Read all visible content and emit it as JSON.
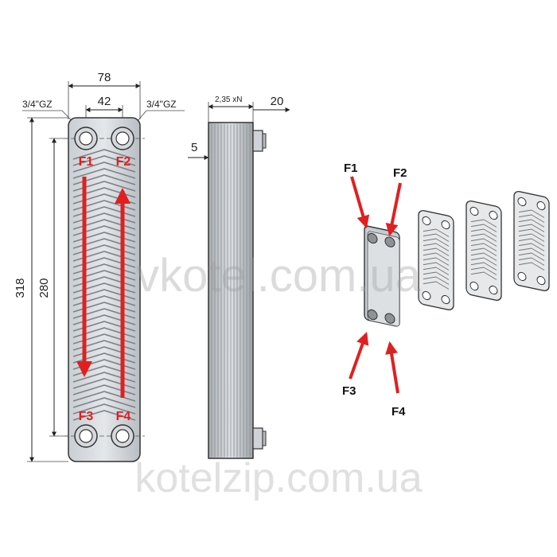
{
  "dimensions": {
    "width_total": "78",
    "port_spacing": "42",
    "thread_left": "3/4\"GZ",
    "thread_right": "3/4\"GZ",
    "height_total": "318",
    "port_height_spacing": "280",
    "plate_pitch": "2,35 xN",
    "nozzle_length": "20",
    "end_plate": "5"
  },
  "front_ports": [
    "F1",
    "F2",
    "F3",
    "F4"
  ],
  "exploded_ports": [
    "F1",
    "F2",
    "F3",
    "F4"
  ],
  "watermarks": {
    "center": "vkotel.com.ua",
    "bottom": "kotelzip.com.ua"
  },
  "colors": {
    "accent": "#e02020",
    "outline": "#333333"
  }
}
